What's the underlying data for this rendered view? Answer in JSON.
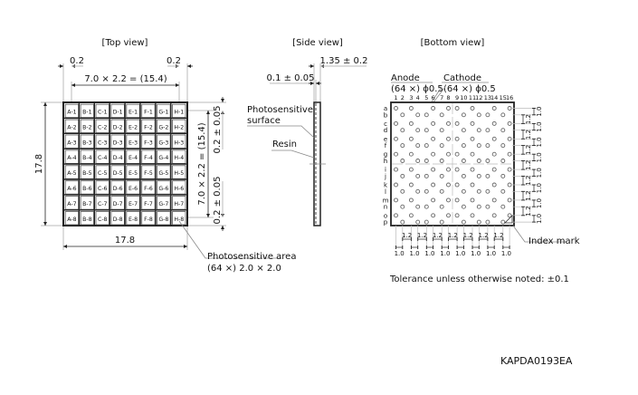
{
  "views": {
    "top": {
      "title": "[Top view]",
      "dim_margin_left": "0.2",
      "dim_margin_right": "0.2",
      "dim_pitch_h": "7.0 × 2.2 = (15.4)",
      "dim_pitch_v": "7.0 × 2.2 = (15.4)",
      "dim_tol_top": "0.2 ± 0.05",
      "dim_tol_bottom": "0.2 ± 0.05",
      "dim_height": "17.8",
      "dim_width": "17.8",
      "area_label_1": "Photosensitive area",
      "area_label_2": "(64 ×) 2.0 × 2.0",
      "columns": [
        "A",
        "B",
        "C",
        "D",
        "E",
        "F",
        "G",
        "H"
      ],
      "rows": [
        "1",
        "2",
        "3",
        "4",
        "5",
        "6",
        "7",
        "8"
      ]
    },
    "side": {
      "title": "[Side view]",
      "dim_thickness": "1.35 ± 0.2",
      "dim_surface": "0.1 ± 0.05",
      "label_surface_1": "Photosensitive",
      "label_surface_2": "surface",
      "label_resin": "Resin"
    },
    "bottom": {
      "title": "[Bottom view]",
      "anode_label": "Anode",
      "anode_spec": "(64 ×) ϕ0.5",
      "cathode_label": "Cathode",
      "cathode_spec": "(64 ×) ϕ0.5",
      "column_numbers": [
        "1",
        "2",
        "3",
        "4",
        "5",
        "6",
        "7",
        "8",
        "9",
        "10",
        "11",
        "12",
        "13",
        "14",
        "15",
        "16"
      ],
      "row_letters": [
        "a",
        "b",
        "c",
        "d",
        "e",
        "f",
        "g",
        "h",
        "i",
        "j",
        "k",
        "l",
        "m",
        "n",
        "o",
        "p"
      ],
      "pitch_large": "1.2",
      "pitch_small": "1.0",
      "index_mark_label": "Index mark"
    }
  },
  "tolerance_note": "Tolerance unless otherwise noted: ±0.1",
  "drawing_code": "KAPDA0193EA"
}
